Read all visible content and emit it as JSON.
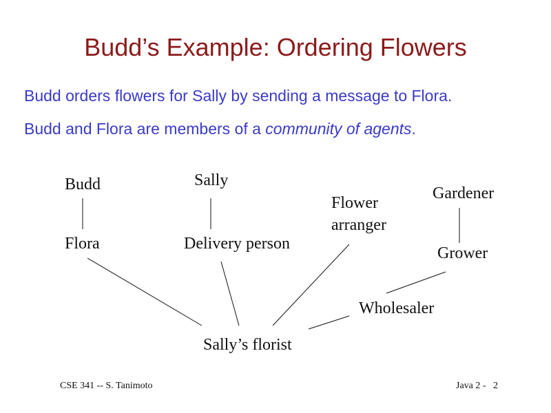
{
  "slide": {
    "title": "Budd’s Example: Ordering Flowers",
    "bullets": {
      "line1": "Budd orders flowers for Sally by sending a message to Flora.",
      "line2_prefix": "Budd and Flora are members of a ",
      "line2_emphasis": "community of agents",
      "line2_suffix": "."
    },
    "diagram": {
      "budd": "Budd",
      "flora": "Flora",
      "sally": "Sally",
      "delivery_person": "Delivery person",
      "flower_arranger_line1": "Flower",
      "flower_arranger_line2": "arranger",
      "gardener": "Gardener",
      "grower": "Grower",
      "wholesaler": "Wholesaler",
      "sallys_florist": "Sally’s florist"
    },
    "footer": {
      "left": "CSE 341 -- S. Tanimoto",
      "right": "Java 2 -   2"
    },
    "colors": {
      "title": "#8b1a1a",
      "bullets": "#3a3ac8",
      "text": "#111111",
      "background": "#ffffff"
    }
  }
}
